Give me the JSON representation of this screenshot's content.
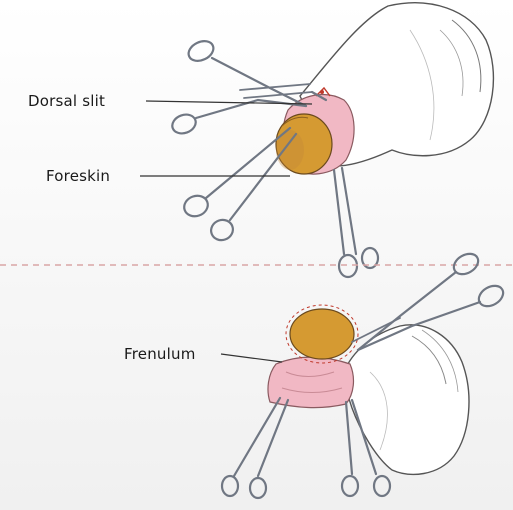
{
  "labels": {
    "dorsal_slit": "Dorsal slit",
    "foreskin": "Foreskin",
    "frenulum": "Frenulum"
  },
  "colors": {
    "skin": "#ffffff",
    "skin_outline": "#555555",
    "glans": "#d59a32",
    "foreskin": "#f1b8c4",
    "divider": "#d9a6a6",
    "instrument": "#707783",
    "background_bottom": "#f2f2f2"
  },
  "icons": [
    "scissors-icon",
    "hemostat-clamp-icon"
  ]
}
